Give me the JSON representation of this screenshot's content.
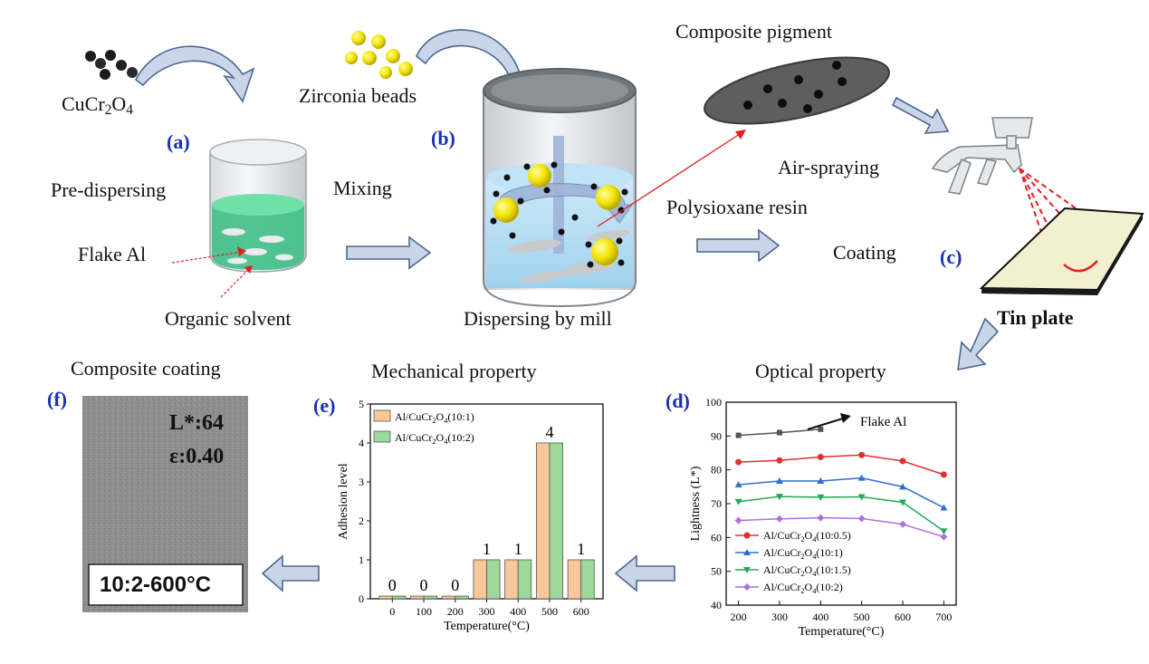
{
  "steps": {
    "a": {
      "tag": "(a)",
      "precursor": "CuCr",
      "precursor_sub1": "2",
      "precursor_mid": "O",
      "precursor_sub2": "4",
      "pre_dispersing": "Pre-dispersing",
      "flake": "Flake Al",
      "solvent": "Organic  solvent",
      "mixing": "Mixing"
    },
    "b": {
      "tag": "(b)",
      "beads": "Zirconia  beads",
      "mill": "Dispersing  by mill"
    },
    "c": {
      "tag": "(c)",
      "pigment": "Composite  pigment",
      "spray": "Air-spraying",
      "resin": "Polysioxane resin",
      "coating": "Coating",
      "plate": "Tin plate"
    },
    "d": {
      "tag": "(d)",
      "title": "Optical property"
    },
    "e": {
      "tag": "(e)",
      "title": "Mechanical property"
    },
    "f": {
      "tag": "(f)",
      "title": "Composite  coating",
      "lightness": "L*:64",
      "emissivity": "ε:0.40",
      "sample": "10:2-600°C"
    }
  },
  "colors": {
    "arrow_fill": "#c9d6ea",
    "arrow_stroke": "#4d6790",
    "liquid": "#3fbf86",
    "red": "#e02020",
    "tag": "#1a2fb8"
  },
  "chart_data": [
    {
      "type": "bar",
      "panel": "e",
      "categories": [
        "0",
        "100",
        "200",
        "300",
        "400",
        "500",
        "600"
      ],
      "series": [
        {
          "name": "Al/CuCr2O4(10:1)",
          "color": "#f8c79a",
          "values": [
            0,
            0,
            0,
            1,
            1,
            4,
            1
          ]
        },
        {
          "name": "Al/CuCr2O4(10:2)",
          "color": "#9ed89a",
          "values": [
            0,
            0,
            0,
            1,
            1,
            4,
            1
          ]
        }
      ],
      "data_labels": [
        "0",
        "0",
        "0",
        "1",
        "1",
        "4",
        "1"
      ],
      "xlabel": "Temperature(°C)",
      "ylabel": "Adhesion level",
      "yticks": [
        "0",
        "1",
        "2",
        "3",
        "4",
        "5"
      ],
      "ylim": [
        0,
        5
      ],
      "legend": "top-left"
    },
    {
      "type": "line",
      "panel": "d",
      "x_ticks": [
        "200",
        "300",
        "400",
        "500",
        "600",
        "700"
      ],
      "series": [
        {
          "name": "",
          "annotation": "Flake Al",
          "color": "#555555",
          "marker": "square",
          "x": [
            200,
            300,
            400
          ],
          "y": [
            90.2,
            91.0,
            92.0
          ]
        },
        {
          "name": "Al/CuCr2O4(10:0.5)",
          "color": "#e03030",
          "marker": "circle",
          "x": [
            200,
            300,
            400,
            500,
            600,
            700
          ],
          "y": [
            82.3,
            82.8,
            83.8,
            84.4,
            82.6,
            78.6
          ]
        },
        {
          "name": "Al/CuCr2O4(10:1)",
          "color": "#2f6fd0",
          "marker": "triangle-up",
          "x": [
            200,
            300,
            400,
            500,
            600,
            700
          ],
          "y": [
            75.6,
            76.7,
            76.7,
            77.6,
            75.0,
            68.8
          ]
        },
        {
          "name": "Al/CuCr2O4(10:1.5)",
          "color": "#22aa55",
          "marker": "triangle-down",
          "x": [
            200,
            300,
            400,
            500,
            600,
            700
          ],
          "y": [
            70.6,
            72.1,
            71.9,
            72.0,
            70.4,
            61.9
          ]
        },
        {
          "name": "Al/CuCr2O4(10:2)",
          "color": "#b070e0",
          "marker": "diamond",
          "x": [
            200,
            300,
            400,
            500,
            600,
            700
          ],
          "y": [
            65.0,
            65.5,
            65.8,
            65.6,
            63.9,
            60.2
          ]
        }
      ],
      "xlabel": "Temperature(°C)",
      "ylabel": "Lightness (L*)",
      "yticks": [
        "40",
        "50",
        "60",
        "70",
        "80",
        "90",
        "100"
      ],
      "xlim": [
        170,
        730
      ],
      "ylim": [
        40,
        100
      ],
      "legend": "bottom-left"
    }
  ]
}
